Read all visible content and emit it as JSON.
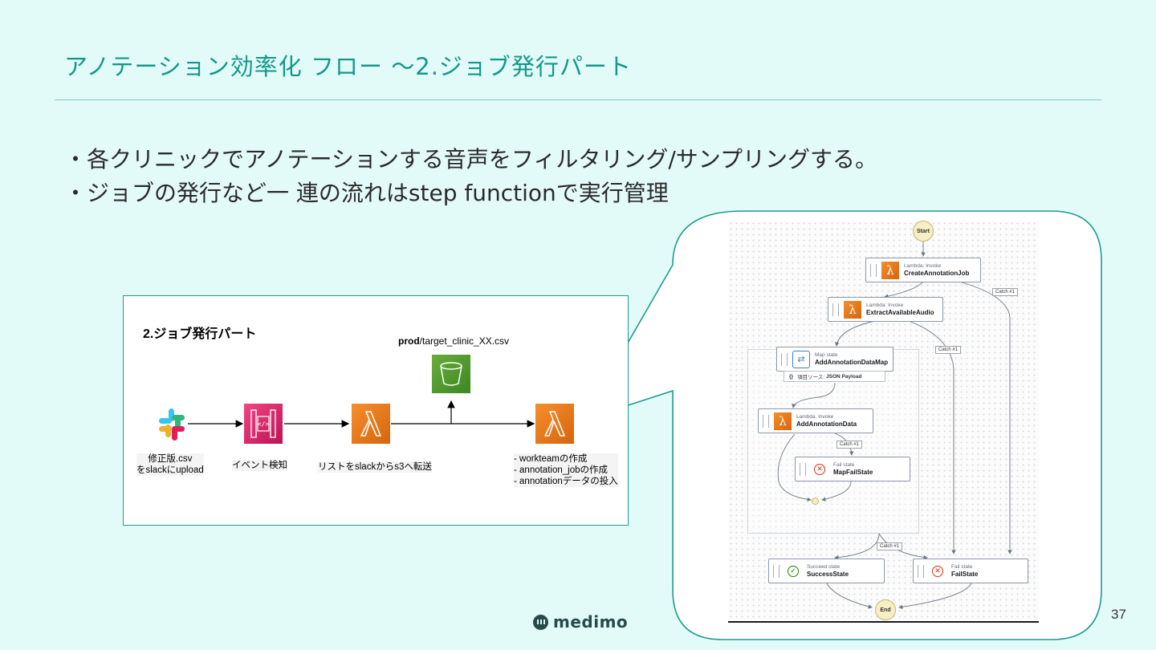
{
  "slide": {
    "title": "アノテーション効率化 フロー ～2.ジョブ発行パート",
    "bullets": [
      "・各クリニックでアノテーションする音声をフィルタリング/サンプリングする。",
      "・ジョブの発行など一 連の流れはstep functionで実行管理"
    ],
    "page_number": "37",
    "logo_text": "medimo"
  },
  "diagram": {
    "title": "2.ジョブ発行パート",
    "s3_label_bold": "prod",
    "s3_label_rest": "/target_clinic_XX.csv",
    "captions": {
      "slack_line1": "修正版.csv",
      "slack_line2": "をslackにupload",
      "api": "イベント検知",
      "lambda1": "リストをslackからs3へ転送",
      "lambda2_line1": "- workteamの作成",
      "lambda2_line2": "- annotation_jobの作成",
      "lambda2_line3": "- annotationデータの投入"
    },
    "icons": {
      "slack": "slack-icon",
      "api": "api-gateway-icon",
      "lambda": "lambda-icon",
      "s3": "s3-bucket-icon"
    }
  },
  "step_function": {
    "start": "Start",
    "end": "End",
    "nodes": {
      "create": {
        "type": "Lambda: Invoke",
        "name": "CreateAnnotationJob"
      },
      "extract": {
        "type": "Lambda: Invoke",
        "name": "ExtractAvailableAudio"
      },
      "map": {
        "type": "Map state",
        "name": "AddAnnotationDataMap"
      },
      "add": {
        "type": "Lambda: Invoke",
        "name": "AddAnnotationData"
      },
      "mapfail": {
        "type": "Fail state",
        "name": "MapFailState"
      },
      "success": {
        "type": "Succeed state",
        "name": "SuccessState"
      },
      "fail": {
        "type": "Fail state",
        "name": "FailState"
      }
    },
    "item_source_prefix": "項目ソース:",
    "item_source_value": "JSON Payload",
    "catch_label": "Catch #1"
  }
}
